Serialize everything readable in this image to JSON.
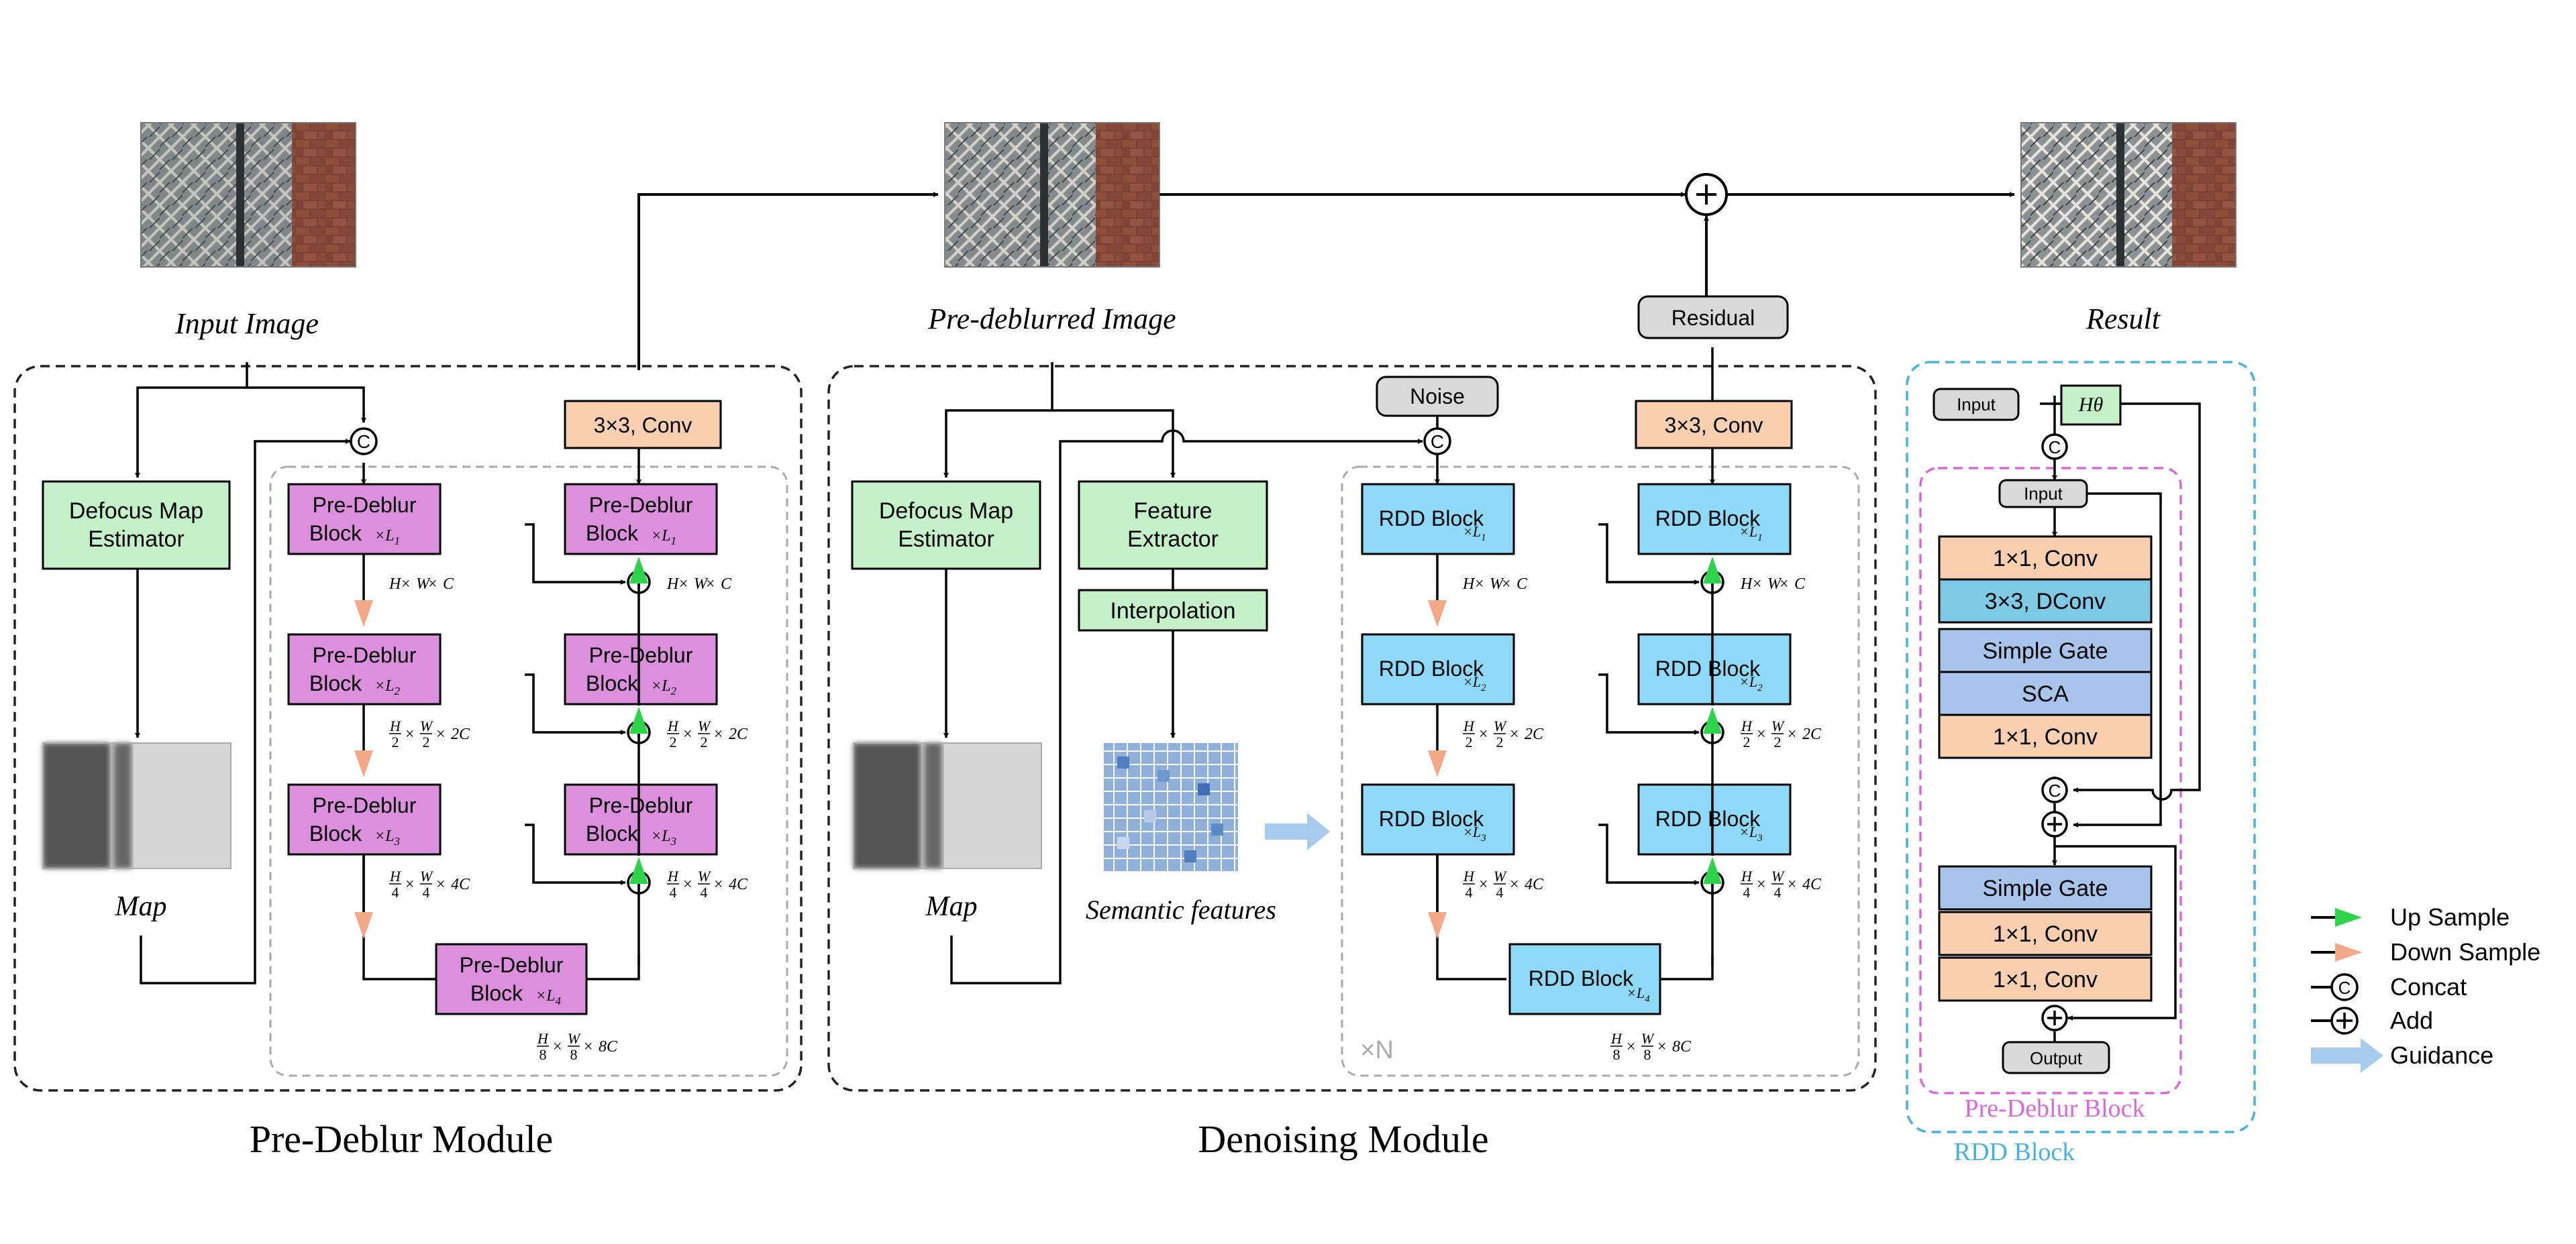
{
  "images": {
    "input": "Input Image",
    "predeblurred": "Pre-deblurred Image",
    "result": "Result",
    "map": "Map",
    "semantic": "Semantic features"
  },
  "modules": {
    "predeblur": "Pre-Deblur Module",
    "denoising": "Denoising Module"
  },
  "predeblur_module": {
    "defocus": [
      "Defocus Map",
      "Estimator"
    ],
    "conv": "3×3, Conv",
    "block_name": [
      "Pre-Deblur",
      "Block"
    ]
  },
  "denoising_module": {
    "defocus": [
      "Defocus Map",
      "Estimator"
    ],
    "feature": [
      "Feature",
      "Extractor"
    ],
    "interp": "Interpolation",
    "noise": "Noise",
    "residual": "Residual",
    "conv": "3×3, Conv",
    "block_name": "RDD Block",
    "repeat": "×N"
  },
  "multipliers": [
    "×L1",
    "×L2",
    "×L3",
    "×L4"
  ],
  "shapes": [
    "H × W × C",
    "H/2 × W/2 × 2C",
    "H/4 × W/4 × 4C",
    "H/8 × W/8 × 8C"
  ],
  "block_detail": {
    "input_top": "Input",
    "h_theta": "Hθ",
    "input_inner": "Input",
    "ops": [
      "1×1, Conv",
      "3×3, DConv",
      "Simple Gate",
      "SCA",
      "1×1, Conv"
    ],
    "ops2": [
      "Simple Gate",
      "1×1, Conv",
      "1×1, Conv"
    ],
    "output": "Output",
    "label_predeblur": "Pre-Deblur Block",
    "label_rdd": "RDD Block"
  },
  "legend": [
    "Up Sample",
    "Down Sample",
    "Concat",
    "Add",
    "Guidance"
  ],
  "colors": {
    "pink": "#dc8fdc",
    "blue": "#8ed8f8",
    "green": "#c4f1c8",
    "orange": "#f8cfb0",
    "gray": "#d9d9d9",
    "up_arrow": "#2dd44a",
    "down_arrow": "#f3a888",
    "guidance": "#a7cbec",
    "dconv_blue": "#7ec9e6",
    "gate_blue": "#a7c5ea",
    "magenta_dash": "#d86ad8",
    "cyan_dash": "#4ab0dc"
  }
}
